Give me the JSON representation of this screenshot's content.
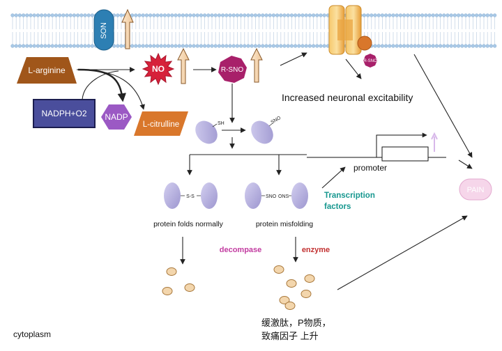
{
  "labels": {
    "son": "SON",
    "l_arginine": "L-arginine",
    "no": "NO",
    "rsno": "R-SNO",
    "rsno_small": "R-SNO",
    "nadph_o2": "NADPH+O2",
    "nadp": "NADP",
    "l_citrulline": "L-citrulline",
    "sh": "SH",
    "sno": "SNO",
    "ss": "S-S",
    "sno2": "SNO",
    "ons": "ONS",
    "increased_excitability": "Increased neuronal excitability",
    "promoter": "promoter",
    "transcription_factors_1": "Transcription",
    "transcription_factors_2": "factors",
    "pain": "PAIN",
    "protein_folds_normally": "protein folds normally",
    "protein_misfolding": "protein misfolding",
    "decompase": "decompase",
    "enzyme": "enzyme",
    "cn_line1": "缓激肽，P物质，",
    "cn_line2": "致痛因子 上升",
    "cytoplasm": "cytoplasm"
  },
  "colors": {
    "brown": "#a0561a",
    "orange": "#d9772b",
    "navy": "#4a4e9c",
    "purple": "#9b59c4",
    "magenta": "#a8206a",
    "red_star": "#d6213a",
    "teal": "#16978f",
    "pink_text": "#c23ba0",
    "red_text": "#c23030",
    "protein": "#b6b0df",
    "membrane_head": "#a8c8e6",
    "channel": "#f2b64a",
    "pain_fill": "#f6d6ea",
    "particle": "#f3d6ad"
  }
}
